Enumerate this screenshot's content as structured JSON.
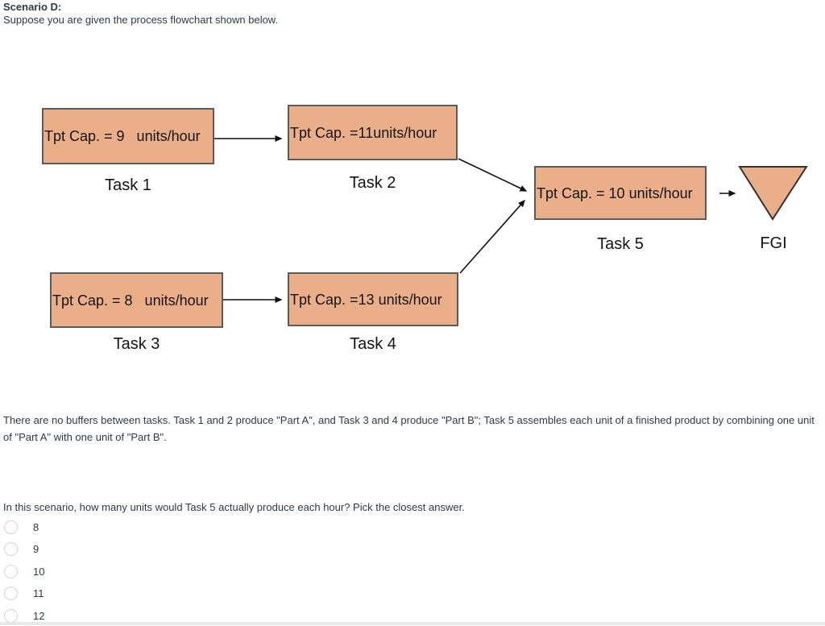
{
  "header": {
    "title": "Scenario D:",
    "subtitle": "Suppose you are given the process flowchart shown below."
  },
  "flowchart": {
    "box_fill": "#EAAE88",
    "box_border": "#5a5a5a",
    "tasks": [
      {
        "text": "Tpt Cap. = 9   units/hour",
        "value": "9",
        "label": "Task 1"
      },
      {
        "text": "Tpt Cap. =11units/hour",
        "value": "11",
        "label": "Task 2"
      },
      {
        "text": "Tpt Cap. = 8   units/hour",
        "value": "8",
        "label": "Task 3"
      },
      {
        "text": "Tpt Cap. =13 units/hour",
        "value": "13",
        "label": "Task 4"
      },
      {
        "text": "Tpt Cap. = 10 units/hour",
        "value": "10",
        "label": "Task 5"
      }
    ],
    "fgi_label": "FGI"
  },
  "description": "There are no buffers between tasks. Task 1 and 2 produce \"Part A\", and Task 3 and 4 produce \"Part B\"; Task 5 assembles each unit of a finished product by combining one unit of \"Part A\" with one unit of \"Part B\".",
  "question": {
    "text": "In this scenario, how many units would Task 5 actually produce each hour? Pick the closest answer.",
    "options": [
      "8",
      "9",
      "10",
      "11",
      "12"
    ]
  }
}
